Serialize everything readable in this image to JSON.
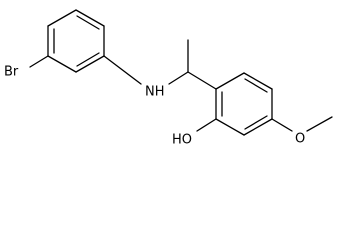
{
  "molecule": {
    "atoms": {
      "bromine": "Br",
      "amine": "NH",
      "hydroxyl": "HO",
      "methoxy_oxygen": "O"
    }
  }
}
